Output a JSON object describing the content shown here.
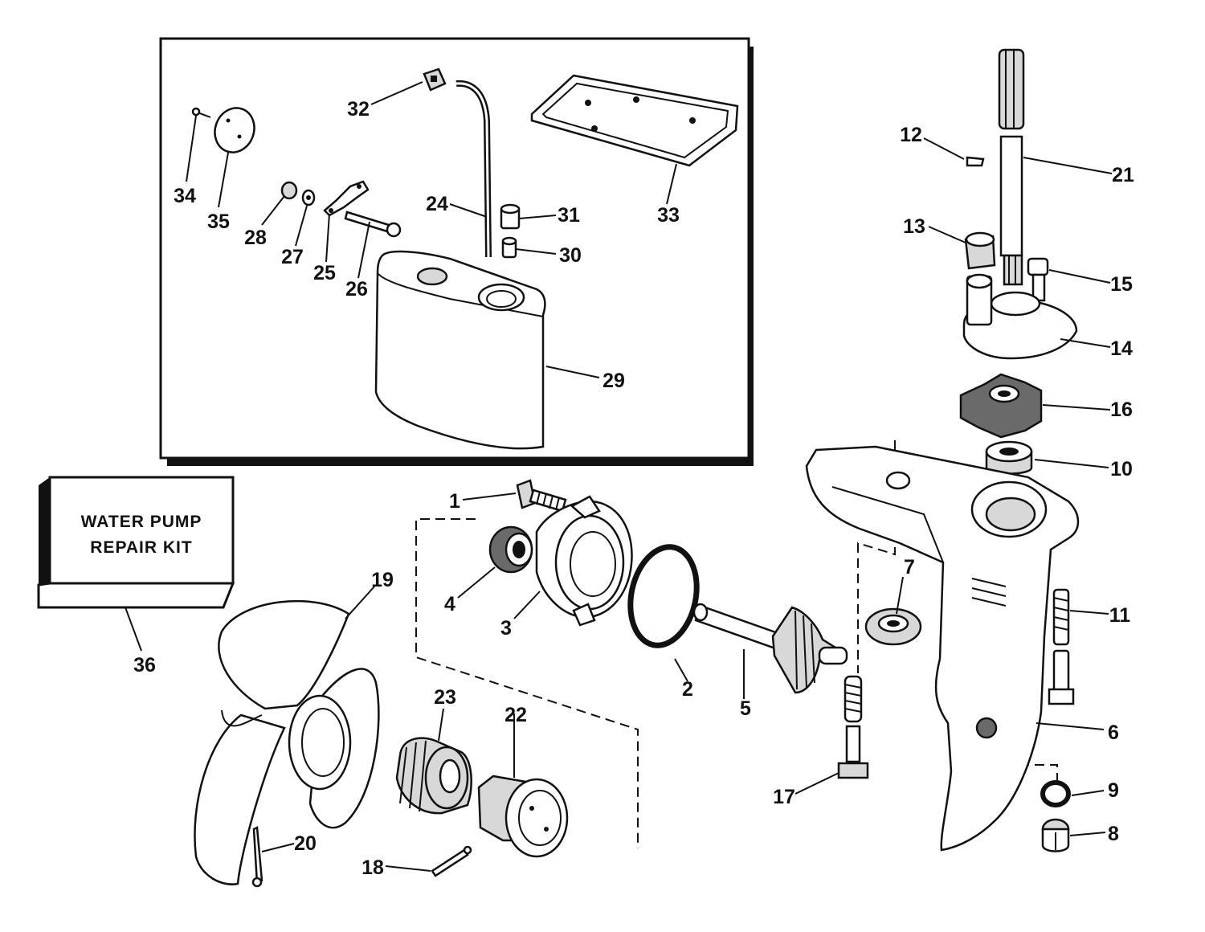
{
  "kit_box": {
    "line1": "WATER PUMP",
    "line2": "REPAIR KIT"
  },
  "callouts": [
    "1",
    "2",
    "3",
    "4",
    "5",
    "6",
    "7",
    "8",
    "9",
    "10",
    "11",
    "12",
    "13",
    "14",
    "15",
    "16",
    "17",
    "18",
    "19",
    "20",
    "21",
    "22",
    "23",
    "24",
    "25",
    "26",
    "27",
    "28",
    "29",
    "30",
    "31",
    "32",
    "33",
    "34",
    "35",
    "36"
  ],
  "colors": {
    "ink": "#111111",
    "paper": "#ffffff",
    "shade": "#d8d8d8"
  }
}
